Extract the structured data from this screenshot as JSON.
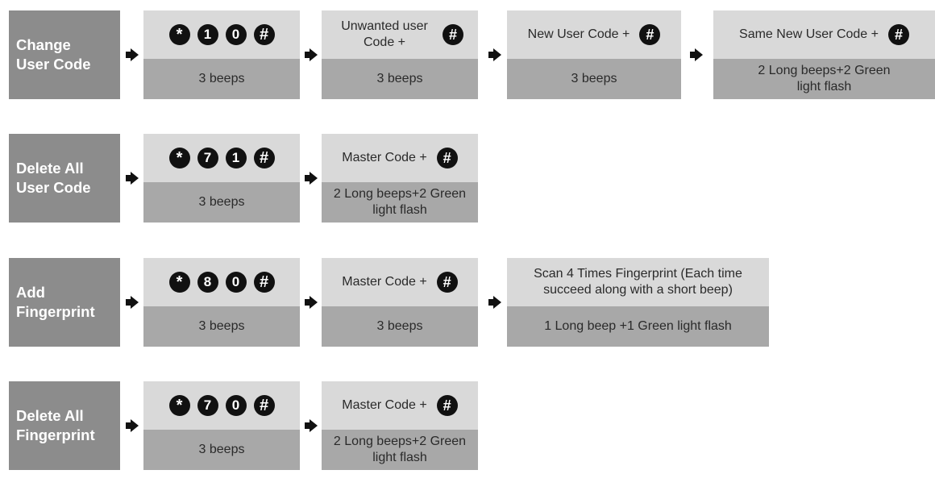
{
  "rows": [
    {
      "label_line1": "Change",
      "label_line2": "User Code",
      "keys": [
        "*",
        "1",
        "0",
        "#"
      ],
      "keys_result": "3 beeps",
      "step2_text": "Unwanted user Code +",
      "step2_key": "#",
      "step2_result": "3 beeps",
      "step3_text": "New User Code +",
      "step3_key": "#",
      "step3_result": "3 beeps",
      "step4_text": "Same New User Code +",
      "step4_key": "#",
      "step4_result": "2 Long beeps+2 Green light flash"
    },
    {
      "label_line1": "Delete All",
      "label_line2": "User Code",
      "keys": [
        "*",
        "7",
        "1",
        "#"
      ],
      "keys_result": "3 beeps",
      "step2_text": "Master Code +",
      "step2_key": "#",
      "step2_result": "2 Long beeps+2 Green light flash"
    },
    {
      "label_line1": "Add",
      "label_line2": "Fingerprint",
      "keys": [
        "*",
        "8",
        "0",
        "#"
      ],
      "keys_result": "3 beeps",
      "step2_text": "Master Code +",
      "step2_key": "#",
      "step2_result": "3 beeps",
      "step3_text": "Scan 4 Times Fingerprint (Each time succeed along with a short beep)",
      "step3_result": "1 Long beep +1 Green light flash"
    },
    {
      "label_line1": "Delete All",
      "label_line2": "Fingerprint",
      "keys": [
        "*",
        "7",
        "0",
        "#"
      ],
      "keys_result": "3 beeps",
      "step2_text": "Master Code +",
      "step2_key": "#",
      "step2_result": "2 Long beeps+2 Green light flash"
    }
  ]
}
